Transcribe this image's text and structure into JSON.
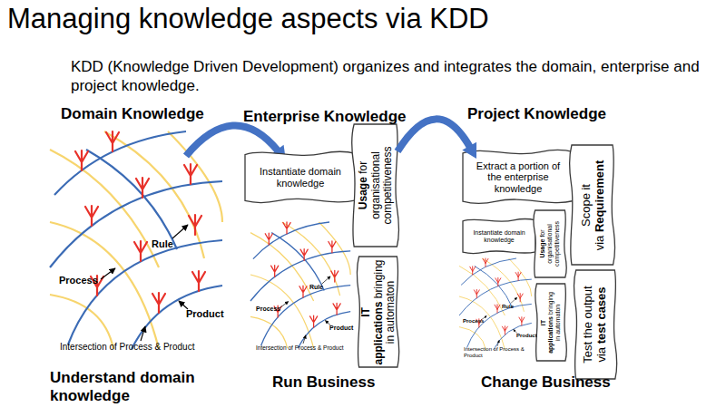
{
  "diagram": {
    "title": "Managing knowledge aspects via KDD",
    "nodes": [
      {
        "text": [
          "Instantiate domain knowledge"
        ]
      },
      {
        "text": [
          "Usage",
          "for organisational competitiveness"
        ]
      },
      {
        "text": [
          "IT applications",
          "bringing in automaton"
        ]
      },
      {
        "text": [
          "Extract a portion of the enterprise knowledge"
        ]
      },
      {
        "text": [
          "Scope it via",
          "Requirement"
        ]
      },
      {
        "text": [
          "Instantiate domain knowledge"
        ]
      },
      {
        "text": [
          "Usage",
          "for organisational competitiveness"
        ]
      },
      {
        "text": [
          "IT applications",
          "bringing in automaton"
        ]
      },
      {
        "text": [
          "Test the output via",
          "test cases"
        ]
      }
    ],
    "edges": [
      {
        "from": 1,
        "to": 3,
        "arrow": "to"
      }
    ],
    "labels": [
      "KDD (Knowledge Driven Development) organizes and integrates the domain, enterprise and project knowledge.",
      "Domain Knowledge",
      "Enterprise Knowledge",
      "Project Knowledge",
      "Rule",
      "Process",
      "Product",
      "Intersection of Process & Product",
      "Rule",
      "Process",
      "Product",
      "Intersection of Process & Product",
      "Rule",
      "Process",
      "Product",
      "Intersection of Process & Product",
      "Understand domain knowledge",
      "Run Business",
      "Change Business"
    ]
  }
}
